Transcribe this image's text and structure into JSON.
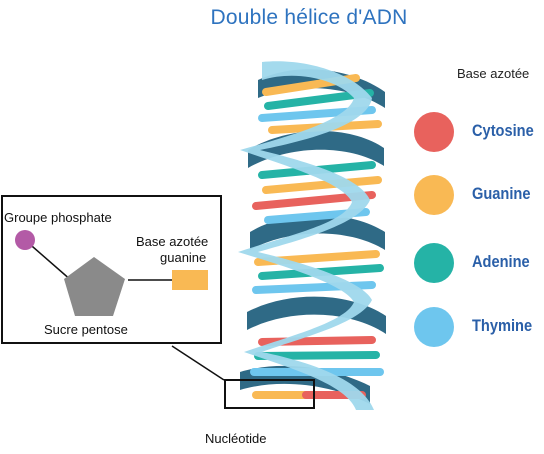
{
  "title": "Double hélice d'ADN",
  "legend": {
    "heading": "Base azotée",
    "items": [
      {
        "label": "Cytosine",
        "color": "#e8625d"
      },
      {
        "label": "Guanine",
        "color": "#f9b954"
      },
      {
        "label": "Adenine",
        "color": "#25b3a6"
      },
      {
        "label": "Thymine",
        "color": "#6ec6ee"
      }
    ]
  },
  "inset": {
    "phosphate_label": "Groupe phosphate",
    "base_label_line1": "Base azotée",
    "base_label_line2": "guanine",
    "sugar_label": "Sucre pentose",
    "colors": {
      "phosphate": "#b35aa6",
      "sugar": "#8a8a8a",
      "base": "#f9b954"
    }
  },
  "nucleotide_label": "Nucléotide",
  "helix_colors": {
    "strand_front": "#9fd8ec",
    "strand_back": "#2f6a86"
  }
}
